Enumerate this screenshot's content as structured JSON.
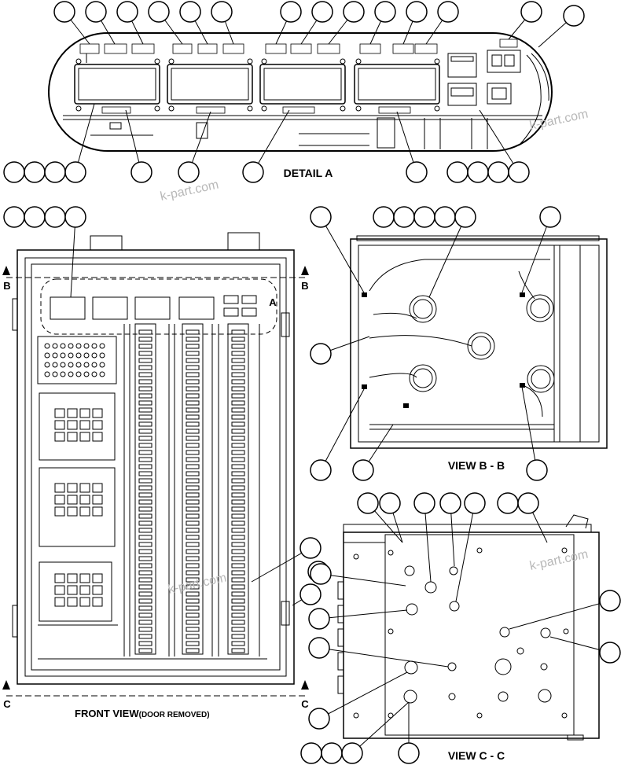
{
  "labels": {
    "detail_a": "DETAIL A",
    "view_bb": "VIEW B - B",
    "view_cc": "VIEW C - C",
    "front_view": "FRONT VIEW",
    "front_view_note": "(DOOR REMOVED)",
    "section_b": "B",
    "section_c": "C",
    "detail_callout": "A"
  },
  "watermark": "k-part.com"
}
